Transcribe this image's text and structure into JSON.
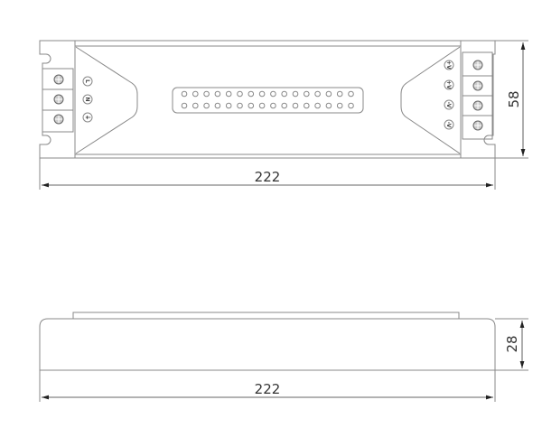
{
  "top_view": {
    "input_terminals": [
      "L",
      "N",
      "⏚"
    ],
    "output_terminals": [
      "+V",
      "+V",
      "-V",
      "-V"
    ],
    "vent_holes": {
      "rows": 2,
      "columns": 16
    },
    "length_label": "222",
    "width_label": "58"
  },
  "side_view": {
    "length_label": "222",
    "height_label": "28"
  },
  "colors": {
    "outline": "#888888",
    "dimension": "#333333"
  }
}
